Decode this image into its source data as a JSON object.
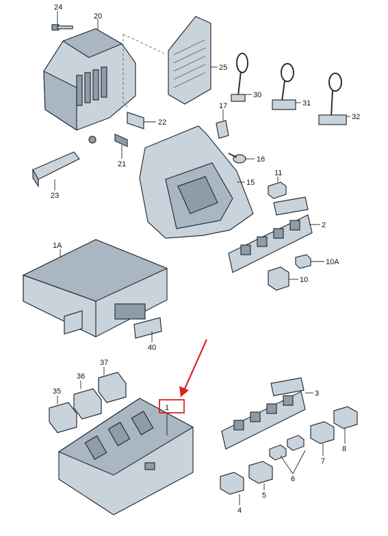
{
  "diagram": {
    "callouts": {
      "c24": "24",
      "c20": "20",
      "c25": "25",
      "c30": "30",
      "c31": "31",
      "c32": "32",
      "c22": "22",
      "c21": "21",
      "c17": "17",
      "c16": "16",
      "c23": "23",
      "c15": "15",
      "c11": "11",
      "c2": "2",
      "c1A": "1A",
      "c10A": "10A",
      "c10": "10",
      "c40": "40",
      "c37": "37",
      "c36": "36",
      "c35": "35",
      "c1": "1",
      "c3": "3",
      "c8": "8",
      "c7": "7",
      "c6": "6",
      "c5": "5",
      "c4": "4"
    },
    "highlight": {
      "label": "1",
      "color": "#e02020"
    }
  }
}
